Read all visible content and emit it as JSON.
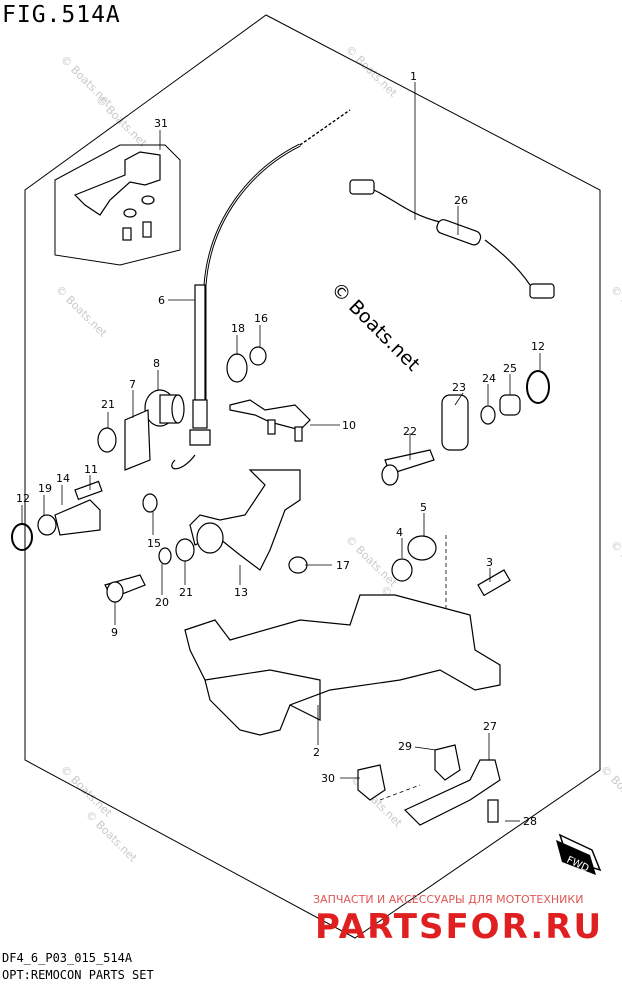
{
  "figure_title": "FIG.514A",
  "footer": {
    "code": "DF4_6_P03_015_514A",
    "description": "OPT:REMOCON PARTS SET"
  },
  "labels": {
    "p1": "1",
    "p2": "2",
    "p3": "3",
    "p4": "4",
    "p5": "5",
    "p6": "6",
    "p7": "7",
    "p8": "8",
    "p9": "9",
    "p10": "10",
    "p11": "11",
    "p12a": "12",
    "p12b": "12",
    "p13": "13",
    "p14": "14",
    "p15": "15",
    "p16": "16",
    "p17": "17",
    "p18": "18",
    "p19": "19",
    "p20": "20",
    "p21a": "21",
    "p21b": "21",
    "p22": "22",
    "p23": "23",
    "p24": "24",
    "p25": "25",
    "p26": "26",
    "p27": "27",
    "p28": "28",
    "p29": "29",
    "p30": "30",
    "p31": "31"
  },
  "watermarks": {
    "main": "© Boats.net",
    "small": "© Boats.net",
    "ru_caption": "ЗАПЧАСТИ И АКСЕССУАРЫ ДЛЯ МОТОТЕХНИКИ",
    "brand": "PARTSFOR.RU"
  },
  "fwd_label": "FWD"
}
